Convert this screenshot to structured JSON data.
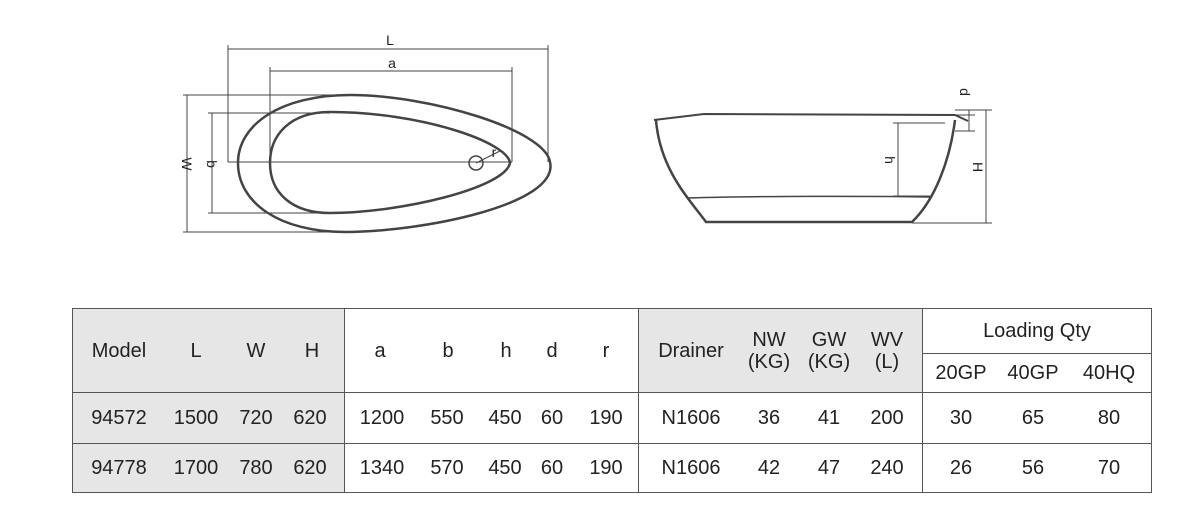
{
  "plan_view": {
    "dim_L": "L",
    "dim_a": "a",
    "dim_W": "W",
    "dim_b": "b",
    "dim_r": "r"
  },
  "side_view": {
    "dim_d": "d",
    "dim_h": "h",
    "dim_H": "H"
  },
  "table": {
    "header": {
      "model": "Model",
      "L": "L",
      "W": "W",
      "H": "H",
      "a": "a",
      "b": "b",
      "h": "h",
      "d": "d",
      "r": "r",
      "drainer": "Drainer",
      "nw_line1": "NW",
      "nw_line2": "(KG)",
      "gw_line1": "GW",
      "gw_line2": "(KG)",
      "wv_line1": "WV",
      "wv_line2": "(L)",
      "loading_qty": "Loading Qty",
      "gp20": "20GP",
      "gp40": "40GP",
      "hq40": "40HQ"
    },
    "rows": [
      {
        "model": "94572",
        "L": "1500",
        "W": "720",
        "H": "620",
        "a": "1200",
        "b": "550",
        "h": "450",
        "d": "60",
        "r": "190",
        "drainer": "N1606",
        "nw": "36",
        "gw": "41",
        "wv": "200",
        "gp20": "30",
        "gp40": "65",
        "hq40": "80"
      },
      {
        "model": "94778",
        "L": "1700",
        "W": "780",
        "H": "620",
        "a": "1340",
        "b": "570",
        "h": "450",
        "d": "60",
        "r": "190",
        "drainer": "N1606",
        "nw": "42",
        "gw": "47",
        "wv": "240",
        "gp20": "26",
        "gp40": "56",
        "hq40": "70"
      }
    ]
  }
}
